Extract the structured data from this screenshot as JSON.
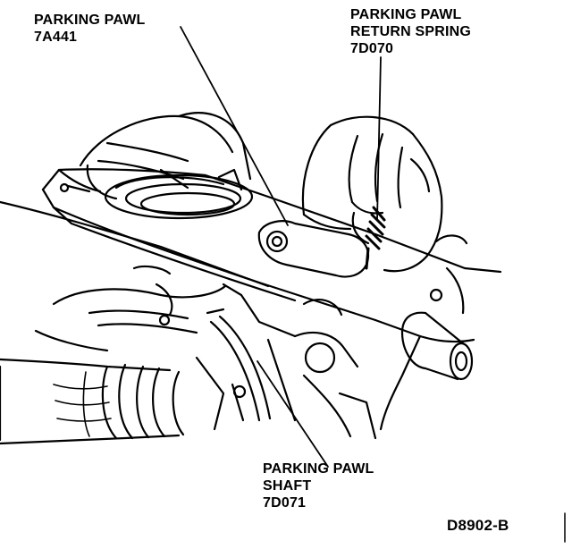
{
  "callouts": {
    "parking_pawl": {
      "name": "PARKING PAWL",
      "part": "7A441"
    },
    "return_spring": {
      "name_line1": "PARKING PAWL",
      "name_line2": "RETURN SPRING",
      "part": "7D070"
    },
    "pawl_shaft": {
      "name_line1": "PARKING PAWL",
      "name_line2": "SHAFT",
      "part": "7D071"
    }
  },
  "figure_id": "D8902-B",
  "colors": {
    "ink": "#000000",
    "paper": "#ffffff"
  }
}
